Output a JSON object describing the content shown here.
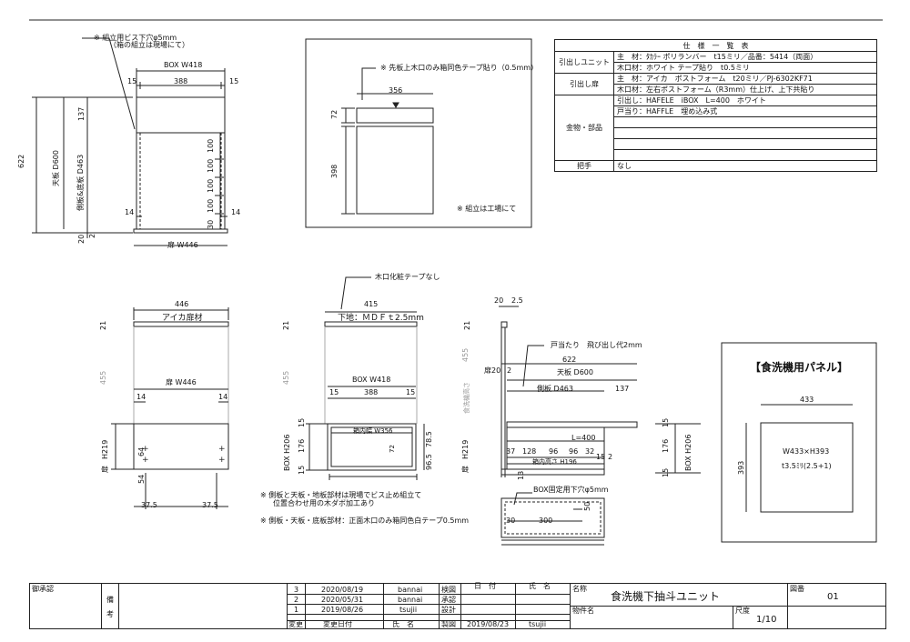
{
  "notes": {
    "screw_note_1": "※ 組立用ビス下穴φ5mm",
    "screw_note_2": "（箱の組立は現場にて）",
    "front_tape_note": "※ 先板上木口のみ箱同色テープ貼り（0.5mm）",
    "factory_note": "※ 組立は工場にて",
    "no_tape_note": "木口化粧テープなし",
    "side_note_1": "※ 側板と天板・地板部材は現場でビス止め組立て",
    "side_note_2": "位置合わせ用の木ダボ加工あり",
    "side_note_3": "※ 側板・天板・底板部材：正面木口のみ箱同色白テープ0.5mm",
    "stopper_note": "戸当たり　飛び出し代2mm",
    "box_hole_note": "BOX固定用下穴φ5mm"
  },
  "dims_a": {
    "box_w": "BOX  W418",
    "d15a": "15",
    "d388": "388",
    "d15b": "15",
    "d622": "622",
    "tenban": "天板  D600",
    "sokuban": "側板&底板  D463",
    "d137": "137",
    "d100a": "100",
    "d100b": "100",
    "d100c": "100",
    "d100d": "100",
    "d30": "30",
    "d14a": "14",
    "d14b": "14",
    "d20": "20",
    "d2": "2",
    "door_w": "扉  W446"
  },
  "dims_b": {
    "d356": "356",
    "d72": "72",
    "d398": "398"
  },
  "dims_c": {
    "d446": "446",
    "aica": "アイカ扉材",
    "d21": "21",
    "d455": "455",
    "door_w": "扉  W446",
    "d14a": "14",
    "d14b": "14",
    "h219": "H219",
    "tobira": "扉",
    "d64": "64",
    "d54": "54",
    "d375a": "37.5",
    "d375b": "37.5"
  },
  "dims_d": {
    "d415": "415",
    "mdf": "下地：ＭＤＦｔ2.5mm",
    "d21": "21",
    "d455": "455",
    "box_w": "BOX  W418",
    "d15a": "15",
    "d388": "388",
    "d15b": "15",
    "d15c": "15",
    "d176": "176",
    "d15d": "15",
    "boxh": "BOX  H206",
    "d785": "78.5",
    "d965": "96.5",
    "inner1": "箱内幅 W356",
    "d72": "72"
  },
  "dims_e": {
    "d20": "20",
    "d25": "2.5",
    "d21": "21",
    "d455": "455",
    "d455sub": "食洗機高さ",
    "d622": "622",
    "maita": "扉20",
    "d2": "2",
    "tenban": "天板  D600",
    "sokuban": "側板  D463",
    "d137": "137",
    "l400": "L=400",
    "d37": "37",
    "d128": "128",
    "d96a": "96",
    "d96b": "96",
    "d32": "32",
    "d15a": "15",
    "d2b": "2",
    "d15b": "15",
    "d176": "176",
    "d15c": "15",
    "h219": "H219",
    "tobira": "扉",
    "boxh": "BOX  H206",
    "d13": "13",
    "inner": "箱内高さ H196",
    "d30": "30",
    "d300": "300",
    "d50": "50"
  },
  "spec": {
    "title": "仕　様　一　覧　表",
    "rows": [
      {
        "label": "引出しユニット",
        "lines": [
          "主　材：ﾀｶﾗｰ ポリランバー　t15ミリ／品番：5414（両面）",
          "木口材：ホワイト テープ貼り　t0.5ミリ"
        ]
      },
      {
        "label": "引出し扉",
        "lines": [
          "主　材：アイカ　ポストフォーム　t20ミリ／PJ-6302KF71",
          "木口材：左右ポストフォーム（R3mm）仕上げ、上下共貼り"
        ]
      },
      {
        "label": "金物・部品",
        "lines": [
          "引出し：HAFELE　iBOX　L=400　ホワイト",
          "戸当り：HAFFLE　埋め込み式",
          "",
          "",
          "",
          ""
        ]
      },
      {
        "label": "把手",
        "lines": [
          "なし"
        ]
      }
    ]
  },
  "panel": {
    "title": "【食洗機用パネル】",
    "w": "433",
    "h": "393",
    "size": "W433×H393",
    "thick": "t3.5ﾐﾘ(2.5+1)"
  },
  "title_block": {
    "gosho": "御承認",
    "bi": "備",
    "ko": "考",
    "rev3": "3",
    "rev2": "2",
    "rev1": "1",
    "date3": "2020/08/19",
    "date2": "2020/05/31",
    "date1": "2019/08/26",
    "name3": "bannai",
    "name2": "bannai",
    "name1": "tsujii",
    "kenzu": "検図",
    "shonin": "承認",
    "sekkei": "設計",
    "seizu": "製図",
    "hen": "変更",
    "hen_date": "変更日付",
    "shimei": "氏　名",
    "hizuke": "日　付",
    "shimei2": "氏　名",
    "seizu_date": "2019/08/23",
    "seizu_name": "tsujii",
    "name_label": "名称",
    "name_value": "食洗機下抽斗ユニット",
    "bukken_label": "物件名",
    "scale_label": "尺度",
    "scale_value": "1/10",
    "zuban_label": "図番",
    "zuban_value": "01"
  }
}
